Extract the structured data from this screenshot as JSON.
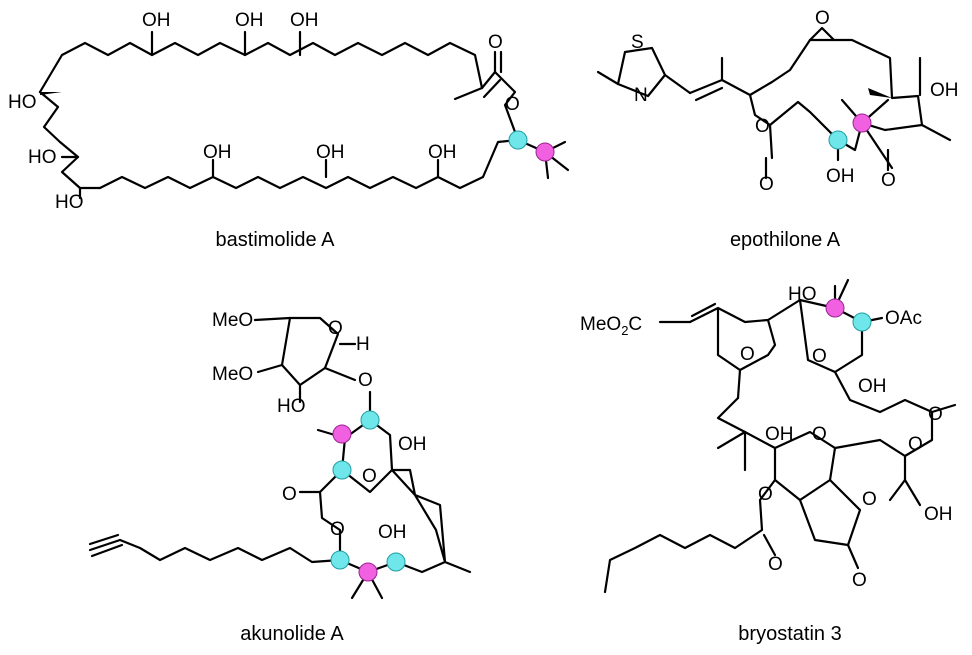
{
  "captions": {
    "bastimolide": "bastimolide A",
    "epothilone": "epothilone A",
    "akunolide": "akunolide A",
    "bryostatin": "bryostatin 3"
  },
  "labels": {
    "oh": "OH",
    "ho": "HO",
    "o": "O",
    "h": "H",
    "s": "S",
    "n": "N",
    "meo": "MeO",
    "meo2c": "MeO",
    "meo2c_sub": "2",
    "meo2c_c": "C",
    "oac": "OAc"
  },
  "colors": {
    "magenta_marker": "#f060e0",
    "cyan_marker": "#6fe6ea"
  }
}
